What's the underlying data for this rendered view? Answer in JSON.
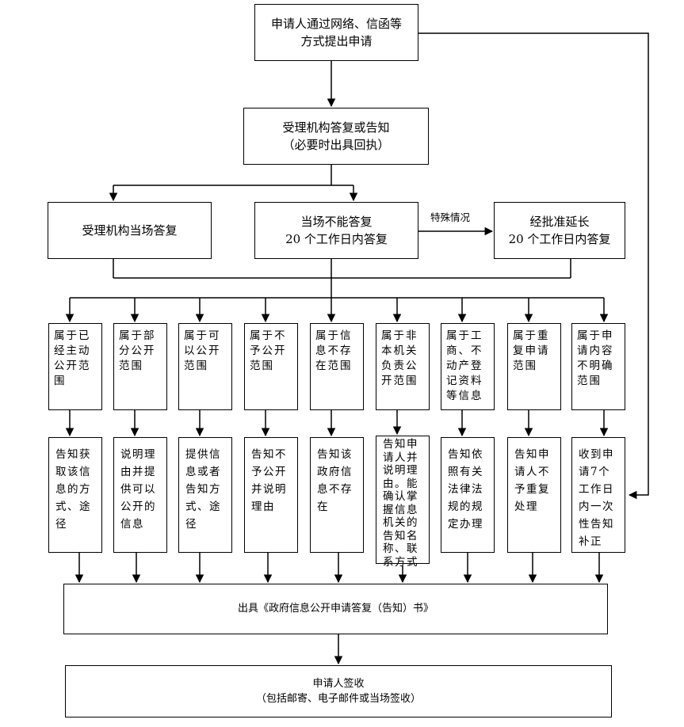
{
  "start": {
    "line1": "申请人通过网络、信函等",
    "line2": "方式提出申请"
  },
  "accept": {
    "line1": "受理机构答复或告知",
    "line2": "（必要时出具回执）"
  },
  "immediate": {
    "text": "受理机构当场答复"
  },
  "cannot": {
    "line1": "当场不能答复",
    "line2": "20 个工作日内答复"
  },
  "special_label": "特殊情况",
  "extend": {
    "line1": "经批准延长",
    "line2": "20 个工作日内答复"
  },
  "categories": [
    "属于已经主动公开范围",
    "属于部分公开范围",
    "属于可以公开范围",
    "属于不予公开范围",
    "属于信息不存在范围",
    "属于非本机关负责公开范围",
    "属于工商、不动产登记资料等信息",
    "属于重复申请范围",
    "属于申请内容不明确范围"
  ],
  "actions": [
    "告知获取该信息的方式、途径",
    "说明理由并提供可以公开的信息",
    "提供信息或者告知方式、途径",
    "告知不予公开并说明理由",
    "告知该政府信息不存在",
    "告知申请人并说明理由。能确认掌握信息机关的告知名称、联系方式",
    "告知依照有关法律法规的规定办理",
    "告知申请人不予重复处理",
    "收到申请7个工作日内一次性告知补正"
  ],
  "issue": {
    "text": "出具《政府信息公开申请答复（告知）书》"
  },
  "sign": {
    "line1": "申请人签收",
    "line2": "（包括邮寄、电子邮件或当场签收）"
  }
}
